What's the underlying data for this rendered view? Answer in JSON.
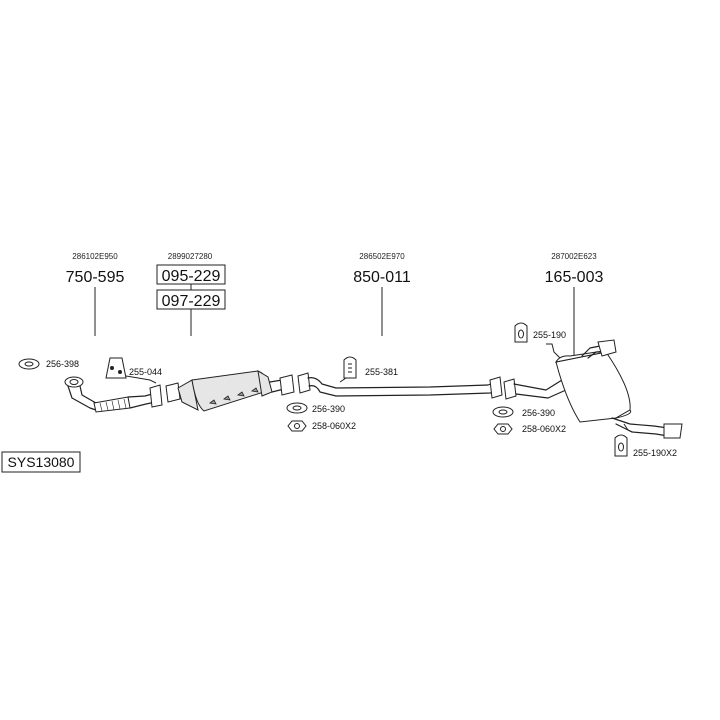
{
  "system_code": "SYS13080",
  "assemblies": [
    {
      "oem": "286102E950",
      "parts": [
        "750-595"
      ]
    },
    {
      "oem": "2899027280",
      "parts": [
        "095-229",
        "097-229"
      ]
    },
    {
      "oem": "286502E970",
      "parts": [
        "850-011"
      ]
    },
    {
      "oem": "287002E623",
      "parts": [
        "165-003"
      ]
    }
  ],
  "accessories": {
    "gasket_front": "256-398",
    "hanger_front": "255-044",
    "gasket_mid1": "256-390",
    "nut_mid1": "258-060X2",
    "hanger_mid": "255-381",
    "gasket_mid2": "256-390",
    "nut_mid2": "258-060X2",
    "hanger_rear": "255-190",
    "hanger_tail": "255-190X2"
  }
}
